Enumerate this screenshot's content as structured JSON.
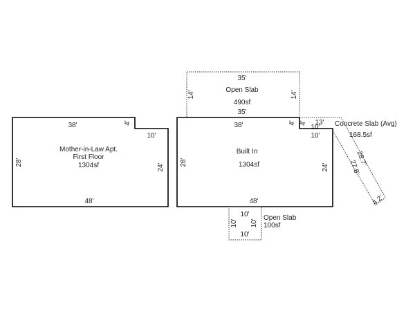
{
  "apartment": {
    "width_top": "38'",
    "notch_v": "4'",
    "notch_h": "10'",
    "right": "24'",
    "left": "28'",
    "bottom": "48'",
    "name1": "Mother-in-Law Apt.",
    "name2": "First Floor",
    "area": "1304sf"
  },
  "main": {
    "width_top": "38'",
    "notch_v": "4'",
    "notch_h": "10'",
    "right": "24'",
    "left": "28'",
    "bottom": "48'",
    "name": "Built In",
    "area": "1304sf"
  },
  "open_slab_top": {
    "top": "35'",
    "bottom": "35'",
    "left": "14'",
    "right": "14'",
    "name": "Open Slab",
    "area": "490sf"
  },
  "concrete_slab": {
    "top": "13'",
    "inner_v": "4'",
    "inner_h": "10'",
    "outer": "28.7'",
    "inner": "27.8'",
    "end": "4.2'",
    "name": "Concrete Slab (Avg)",
    "area": "168.5sf"
  },
  "open_slab_bottom": {
    "top": "10'",
    "bottom": "10'",
    "left": "10'",
    "right": "10'",
    "name": "Open Slab",
    "area": "100sf"
  }
}
